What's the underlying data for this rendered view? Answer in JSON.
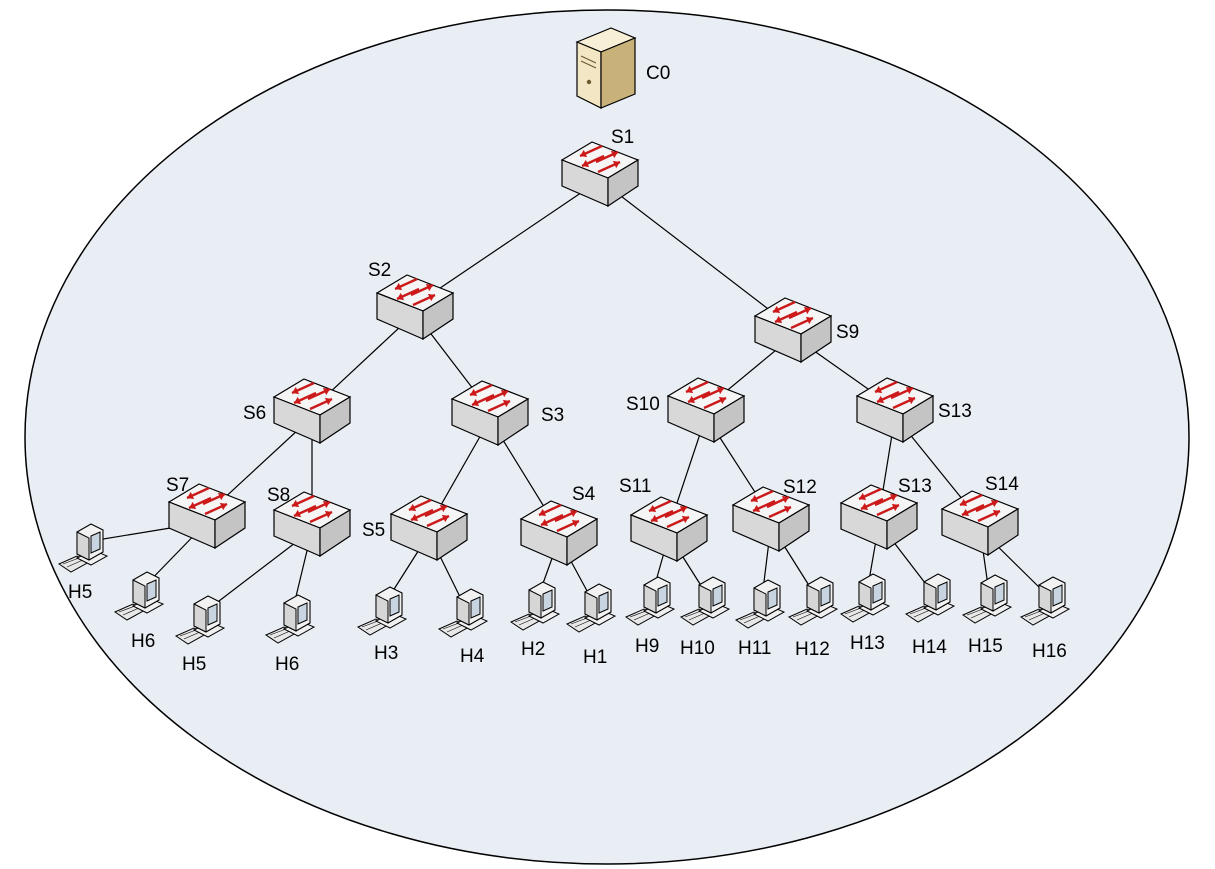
{
  "diagram": {
    "colors": {
      "background_fill": "#e9eef5",
      "outline": "#000000",
      "link": "#000000",
      "switch_body": "#f5f5f5",
      "switch_side": "#d8d8d8",
      "switch_arrow": "#cc1a1a",
      "server_body": "#f3e6c4",
      "server_side": "#c9b27a",
      "host_screen": "#c8d4e0"
    },
    "nodes": [
      {
        "id": "C0",
        "type": "server",
        "label": "C0"
      },
      {
        "id": "S1",
        "type": "switch",
        "label": "S1"
      },
      {
        "id": "S2",
        "type": "switch",
        "label": "S2"
      },
      {
        "id": "S9",
        "type": "switch",
        "label": "S9"
      },
      {
        "id": "S6",
        "type": "switch",
        "label": "S6"
      },
      {
        "id": "S3",
        "type": "switch",
        "label": "S3"
      },
      {
        "id": "S10",
        "type": "switch",
        "label": "S10"
      },
      {
        "id": "S13a",
        "type": "switch",
        "label": "S13"
      },
      {
        "id": "S7",
        "type": "switch",
        "label": "S7"
      },
      {
        "id": "S8",
        "type": "switch",
        "label": "S8"
      },
      {
        "id": "S5",
        "type": "switch",
        "label": "S5"
      },
      {
        "id": "S4",
        "type": "switch",
        "label": "S4"
      },
      {
        "id": "S11",
        "type": "switch",
        "label": "S11"
      },
      {
        "id": "S12",
        "type": "switch",
        "label": "S12"
      },
      {
        "id": "S13b",
        "type": "switch",
        "label": "S13"
      },
      {
        "id": "S14",
        "type": "switch",
        "label": "S14"
      },
      {
        "id": "Ha",
        "type": "host",
        "label": "H5"
      },
      {
        "id": "Hb",
        "type": "host",
        "label": "H6"
      },
      {
        "id": "Hc",
        "type": "host",
        "label": "H5"
      },
      {
        "id": "Hd",
        "type": "host",
        "label": "H6"
      },
      {
        "id": "H3",
        "type": "host",
        "label": "H3"
      },
      {
        "id": "H4",
        "type": "host",
        "label": "H4"
      },
      {
        "id": "H2",
        "type": "host",
        "label": "H2"
      },
      {
        "id": "H1",
        "type": "host",
        "label": "H1"
      },
      {
        "id": "H9",
        "type": "host",
        "label": "H9"
      },
      {
        "id": "H10",
        "type": "host",
        "label": "H10"
      },
      {
        "id": "H11",
        "type": "host",
        "label": "H11"
      },
      {
        "id": "H12",
        "type": "host",
        "label": "H12"
      },
      {
        "id": "H13",
        "type": "host",
        "label": "H13"
      },
      {
        "id": "H14",
        "type": "host",
        "label": "H14"
      },
      {
        "id": "H15",
        "type": "host",
        "label": "H15"
      },
      {
        "id": "H16",
        "type": "host",
        "label": "H16"
      }
    ],
    "links": [
      [
        "S1",
        "S2"
      ],
      [
        "S1",
        "S9"
      ],
      [
        "S2",
        "S6"
      ],
      [
        "S2",
        "S3"
      ],
      [
        "S9",
        "S10"
      ],
      [
        "S9",
        "S13a"
      ],
      [
        "S6",
        "S7"
      ],
      [
        "S6",
        "S8"
      ],
      [
        "S3",
        "S5"
      ],
      [
        "S3",
        "S4"
      ],
      [
        "S10",
        "S11"
      ],
      [
        "S10",
        "S12"
      ],
      [
        "S13a",
        "S13b"
      ],
      [
        "S13a",
        "S14"
      ],
      [
        "S7",
        "Ha"
      ],
      [
        "S7",
        "Hb"
      ],
      [
        "S8",
        "Hc"
      ],
      [
        "S8",
        "Hd"
      ],
      [
        "S5",
        "H3"
      ],
      [
        "S5",
        "H4"
      ],
      [
        "S4",
        "H2"
      ],
      [
        "S4",
        "H1"
      ],
      [
        "S11",
        "H9"
      ],
      [
        "S11",
        "H10"
      ],
      [
        "S12",
        "H11"
      ],
      [
        "S12",
        "H12"
      ],
      [
        "S13b",
        "H13"
      ],
      [
        "S13b",
        "H14"
      ],
      [
        "S14",
        "H15"
      ],
      [
        "S14",
        "H16"
      ]
    ]
  }
}
